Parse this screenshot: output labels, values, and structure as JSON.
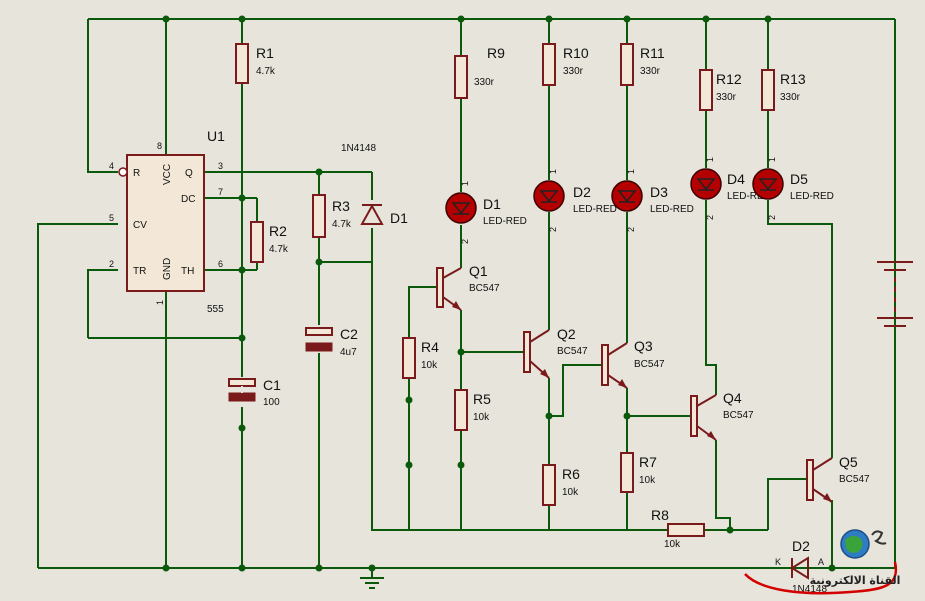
{
  "colors": {
    "wire": "#0b5a0b",
    "component": "#7a1a1a",
    "led": "#b40000",
    "background": "#e6e4db"
  },
  "u1": {
    "ref": "U1",
    "part": "555",
    "pins": {
      "r": "R",
      "vcc": "VCC",
      "q": "Q",
      "dc": "DC",
      "cv": "CV",
      "tr": "TR",
      "gnd": "GND",
      "th": "TH"
    },
    "pin_numbers": {
      "p1": "1",
      "p2": "2",
      "p3": "3",
      "p4": "4",
      "p5": "5",
      "p6": "6",
      "p7": "7",
      "p8": "8"
    }
  },
  "resistors": [
    {
      "ref": "R1",
      "value": "4.7k"
    },
    {
      "ref": "R2",
      "value": "4.7k"
    },
    {
      "ref": "R3",
      "value": "4.7k"
    },
    {
      "ref": "R4",
      "value": "10k"
    },
    {
      "ref": "R5",
      "value": "10k"
    },
    {
      "ref": "R6",
      "value": "10k"
    },
    {
      "ref": "R7",
      "value": "10k"
    },
    {
      "ref": "R8",
      "value": "10k"
    },
    {
      "ref": "R9",
      "value": "330r"
    },
    {
      "ref": "R10",
      "value": "330r"
    },
    {
      "ref": "R11",
      "value": "330r"
    },
    {
      "ref": "R12",
      "value": "330r"
    },
    {
      "ref": "R13",
      "value": "330r"
    }
  ],
  "capacitors": [
    {
      "ref": "C1",
      "value": "100"
    },
    {
      "ref": "C2",
      "value": "4u7"
    }
  ],
  "leds": [
    {
      "ref": "D1",
      "value": "LED-RED"
    },
    {
      "ref": "D2",
      "value": "LED-RED"
    },
    {
      "ref": "D3",
      "value": "LED-RED"
    },
    {
      "ref": "D4",
      "value": "LED-RED"
    },
    {
      "ref": "D5",
      "value": "LED-RED"
    }
  ],
  "led_pins": {
    "anode": "1",
    "cathode": "2"
  },
  "transistors": [
    {
      "ref": "Q1",
      "value": "BC547"
    },
    {
      "ref": "Q2",
      "value": "BC547"
    },
    {
      "ref": "Q3",
      "value": "BC547"
    },
    {
      "ref": "Q4",
      "value": "BC547"
    },
    {
      "ref": "Q5",
      "value": "BC547"
    }
  ],
  "diodes": [
    {
      "ref": "D1",
      "value": "1N4148"
    },
    {
      "ref": "D2",
      "value": "1N4148",
      "pin_k": "K",
      "pin_a": "A"
    }
  ],
  "logo": {
    "text": "القناة الالكترونية"
  }
}
